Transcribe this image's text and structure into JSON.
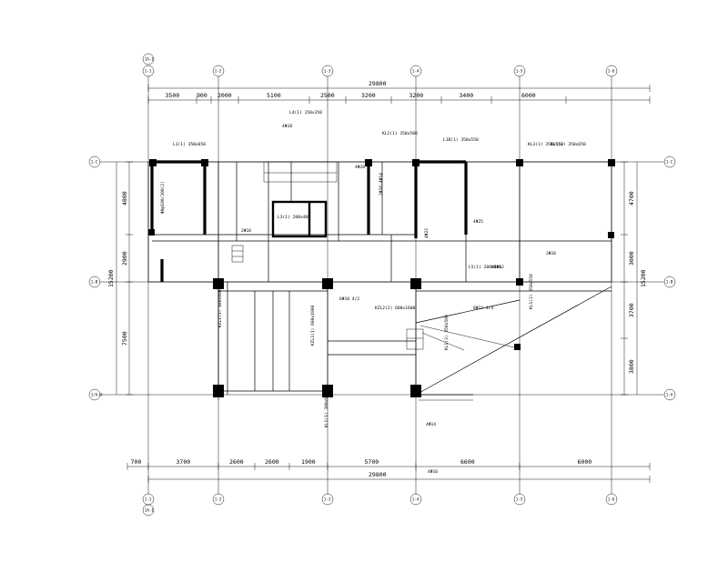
{
  "drawing": {
    "top_axes": [
      "1-1",
      "1-2",
      "1-3",
      "1-4",
      "1-5",
      "1-6"
    ],
    "top_axes_extra": "1A-1",
    "left_axes": [
      "1-C",
      "1-B",
      "1/A-A"
    ],
    "right_axes": [
      "1-C",
      "1-B",
      "1-A"
    ],
    "top_total": "29800",
    "bottom_total": "29800",
    "top_spans": [
      "3500",
      "900",
      "2000",
      "5100",
      "2500",
      "3200",
      "3200",
      "3400",
      "6000"
    ],
    "bottom_spans": [
      "700",
      "3700",
      "2600",
      "2600",
      "1900",
      "5700",
      "6600",
      "6000"
    ],
    "left_total": "15200",
    "left_spans": [
      "4800",
      "2900",
      "7500"
    ],
    "right_total": "15200",
    "right_spans": [
      "4700",
      "3000",
      "3700",
      "3800"
    ],
    "annotations": [
      "L1(1) 350x650",
      "KL3(1) 350x550",
      "L4(1) 150x350",
      "KL2(1) 350x500",
      "L1B(1) 350x550",
      "KL1(2) 350x650",
      "L3(1) 200x400",
      "L5(1) 200x500",
      "KZL1(1) 400x800",
      "KZL2(2) 600x1600",
      "KZL3(1) 600x1000",
      "KL1(2) 350x550",
      "KL1(3) 350x500",
      "KL1(1) 300x600",
      "4Φ14",
      "4Φ16",
      "4Φ18",
      "4Φ20",
      "4Φ22",
      "4Φ25",
      "3Φ16",
      "2Φ16",
      "6Φ18 4/2",
      "8Φ22 4/4",
      "N4Φ12",
      "2Φ16;4Φ14",
      "Φ8@100/200(2)"
    ]
  },
  "colors": {
    "ink": "#000000",
    "paper": "#ffffff"
  }
}
